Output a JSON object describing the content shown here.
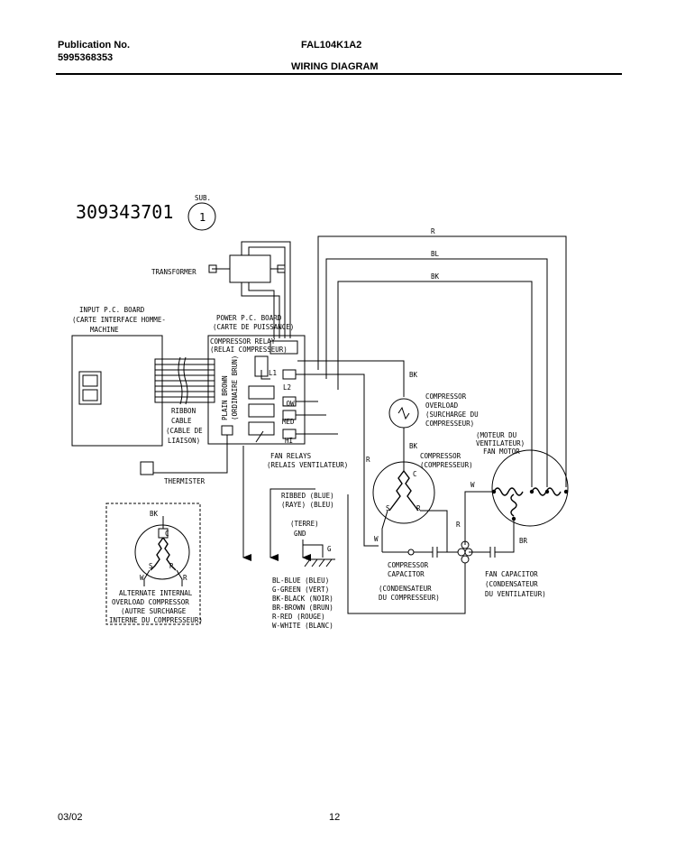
{
  "header": {
    "publication_label": "Publication No.",
    "publication_number": "5995368353",
    "model": "FAL104K1A2",
    "title": "WIRING DIAGRAM"
  },
  "diagram": {
    "part_number": "309343701",
    "sub_label": "SUB.",
    "sub_number": "1",
    "transformer": "TRANSFORMER",
    "input_board": [
      "INPUT P.C. BOARD",
      "(CARTE INTERFACE HOMME-",
      "MACHINE"
    ],
    "power_board": [
      "POWER P.C. BOARD",
      "(CARTE DE PUISSANCE)"
    ],
    "compressor_relay": [
      "COMPRESSOR RELAY",
      "(RELAI COMPRESSEUR)"
    ],
    "relay_terms": [
      "L1",
      "L2",
      "LOW",
      "MED",
      "HI"
    ],
    "plain_brown": [
      "PLAIN BROWN",
      "(ORDINAIRE BRUN)"
    ],
    "ribbon_cable": [
      "RIBBON",
      "CABLE",
      "(CABLE DE",
      "LIAISON)"
    ],
    "fan_relays": [
      "FAN RELAYS",
      "(RELAIS VENTILATEUR)"
    ],
    "thermister": "THERMISTER",
    "compressor_overload": [
      "COMPRESSOR",
      "OVERLOAD",
      "(SURCHARGE DU",
      "COMPRESSEUR)"
    ],
    "compressor": [
      "COMPRESSOR",
      "(COMPRESSEUR)"
    ],
    "fan_motor": [
      "(MOTEUR DU",
      "VENTILATEUR)",
      "FAN MOTOR"
    ],
    "compressor_capacitor": [
      "COMPRESSOR",
      "CAPACITOR"
    ],
    "condensateur_comp": [
      "(CONDENSATEUR",
      "DU COMPRESSEUR)"
    ],
    "fan_capacitor": [
      "FAN CAPACITOR",
      "(CONDENSATEUR",
      "DU VENTILATEUR)"
    ],
    "ribbed": [
      "RIBBED (BLUE)",
      "(RAYE) (BLEU)"
    ],
    "ground": [
      "(TERRE)",
      "GND"
    ],
    "ground_g": "G",
    "legend": [
      "BL-BLUE (BLEU)",
      "G-GREEN (VERT)",
      "BK-BLACK (NOIR)",
      "BR-BROWN (BRUN)",
      "R-RED (ROUGE)",
      "W-WHITE (BLANC)"
    ],
    "alt_overload": [
      "ALTERNATE INTERNAL",
      "OVERLOAD COMPRESSOR",
      "(AUTRE SURCHARGE",
      "INTERNE DU COMPRESSEUR)"
    ],
    "wire_r": "R",
    "wire_bl": "BL",
    "wire_bk": "BK",
    "wire_w": "W",
    "wire_br": "BR",
    "term_c": "C",
    "term_s": "S",
    "term_r": "R"
  },
  "footer": {
    "date": "03/02",
    "page": "12"
  }
}
